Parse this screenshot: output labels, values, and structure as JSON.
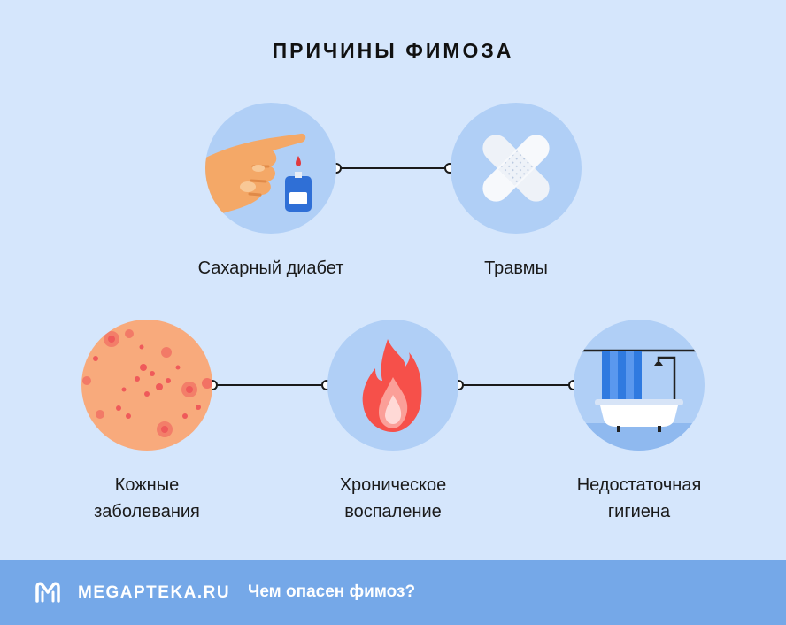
{
  "title": "ПРИЧИНЫ ФИМОЗА",
  "causes": [
    {
      "label": "Сахарный диабет",
      "icon": "glucometer-icon"
    },
    {
      "label": "Травмы",
      "icon": "bandage-icon"
    },
    {
      "label_lines": [
        "Кожные",
        "заболевания"
      ],
      "icon": "skin-rash-icon"
    },
    {
      "label_lines": [
        "Хроническое",
        "воспаление"
      ],
      "icon": "flame-icon"
    },
    {
      "label_lines": [
        "Недостаточная",
        "гигиена"
      ],
      "icon": "bathtub-icon"
    }
  ],
  "footer": {
    "brand": "MEGAPTEKA.RU",
    "link": "Чем опасен фимоз?"
  },
  "colors": {
    "background": "#d5e6fc",
    "circle": "#b0cff6",
    "footer": "#75a8e8",
    "connector": "#1a1a1a"
  }
}
